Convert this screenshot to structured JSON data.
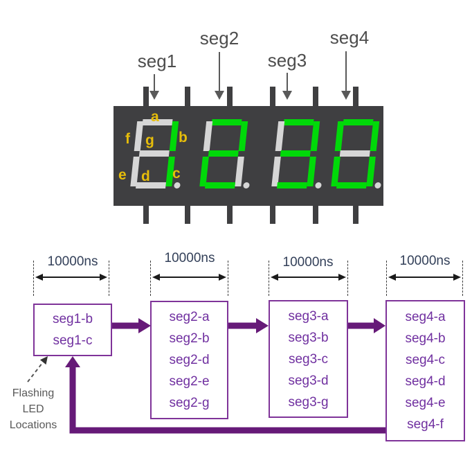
{
  "display": {
    "pin_labels": [
      "seg1",
      "seg2",
      "seg3",
      "seg4"
    ],
    "segment_letters": {
      "a": "a",
      "b": "b",
      "c": "c",
      "d": "d",
      "e": "e",
      "f": "f",
      "g": "g"
    },
    "digits": [
      {
        "name": "seg1",
        "shows": "1",
        "on_segments": [
          "b",
          "c"
        ]
      },
      {
        "name": "seg2",
        "shows": "2",
        "on_segments": [
          "a",
          "b",
          "g",
          "e",
          "d"
        ]
      },
      {
        "name": "seg3",
        "shows": "3",
        "on_segments": [
          "a",
          "b",
          "g",
          "c",
          "d"
        ]
      },
      {
        "name": "seg4",
        "shows": "0",
        "on_segments": [
          "a",
          "b",
          "c",
          "d",
          "e",
          "f"
        ]
      }
    ],
    "colors": {
      "body": "#3f3f41",
      "segment_on": "#00d909",
      "segment_off": "#d6d6d6",
      "letter": "#e6bd0a"
    }
  },
  "flow": {
    "intervals": [
      "10000ns",
      "10000ns",
      "10000ns",
      "10000ns"
    ],
    "boxes": [
      {
        "name": "seg1",
        "items": [
          "seg1-b",
          "seg1-c"
        ]
      },
      {
        "name": "seg2",
        "items": [
          "seg2-a",
          "seg2-b",
          "seg2-d",
          "seg2-e",
          "seg2-g"
        ]
      },
      {
        "name": "seg3",
        "items": [
          "seg3-a",
          "seg3-b",
          "seg3-c",
          "seg3-d",
          "seg3-g"
        ]
      },
      {
        "name": "seg4",
        "items": [
          "seg4-a",
          "seg4-b",
          "seg4-c",
          "seg4-d",
          "seg4-e",
          "seg4-f"
        ]
      }
    ],
    "annotation": [
      "Flashing",
      "LED",
      "Locations"
    ],
    "colors": {
      "box_border": "#7f3399",
      "box_text": "#7030a0",
      "arrow": "#661a78",
      "interval_text": "#334059"
    }
  }
}
